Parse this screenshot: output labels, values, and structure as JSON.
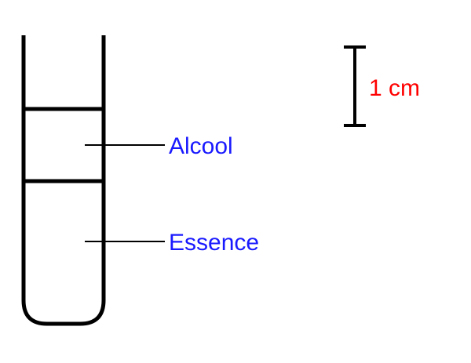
{
  "labels": {
    "layer_top": "Alcool",
    "layer_bottom": "Essence",
    "scale": "1 cm"
  },
  "colors": {
    "label_text": "#1a1aff",
    "scale_text": "#ff0000",
    "stroke": "#000000"
  }
}
